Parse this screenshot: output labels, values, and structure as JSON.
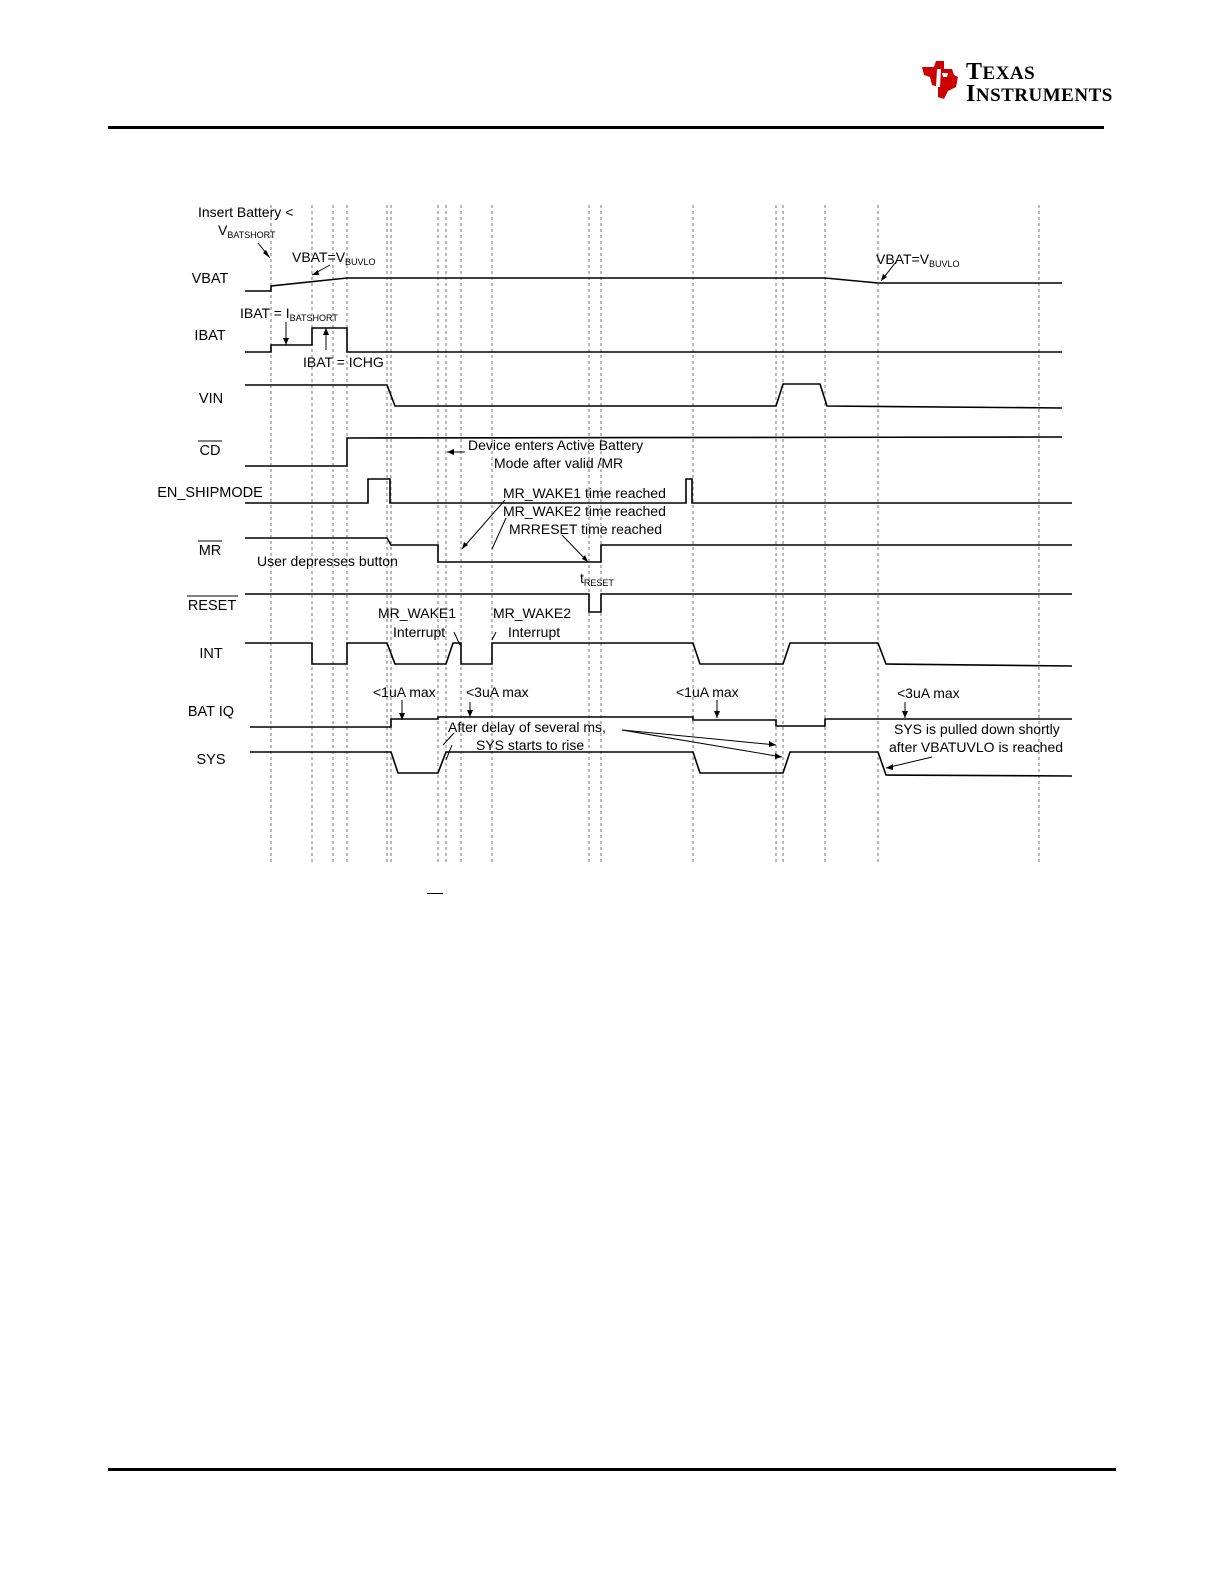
{
  "header": {
    "logo": {
      "name": "texas-instruments-logo",
      "line1_initial": "T",
      "line1_rest": "EXAS",
      "line2_initial": "I",
      "line2_rest": "NSTRUMENTS",
      "brand_color": "#cc0000"
    }
  },
  "diagram": {
    "signals": [
      {
        "label": "VBAT",
        "overline": false
      },
      {
        "label": "IBAT",
        "overline": false
      },
      {
        "label": "VIN",
        "overline": false
      },
      {
        "label": "CD",
        "overline": true
      },
      {
        "label": "EN_SHIPMODE",
        "overline": false
      },
      {
        "label": "MR",
        "overline": true
      },
      {
        "label": "RESET",
        "overline": true
      },
      {
        "label": "INT",
        "overline": false
      },
      {
        "label": "BAT IQ",
        "overline": false
      },
      {
        "label": "SYS",
        "overline": false
      }
    ],
    "annotations": {
      "insert_battery_a": "Insert Battery <",
      "insert_battery_v": "V",
      "insert_battery_sub": "BATSHORT",
      "vbat_uvlo_1_main": "VBAT=V",
      "vbat_uvlo_1_sub": "BUVLO",
      "vbat_uvlo_2_main": "VBAT=V",
      "vbat_uvlo_2_sub": "BUVLO",
      "ibat_short_main": "IBAT = I",
      "ibat_short_sub": "BATSHORT",
      "ibat_ichg": "IBAT = ICHG",
      "active_mode_1": "Device enters Active Battery",
      "active_mode_2": "Mode after valid /MR",
      "wake1_reached": "MR_WAKE1 time reached",
      "wake2_reached": "MR_WAKE2 time reached",
      "mrreset_reached": "MRRESET time reached",
      "user_depresses": "User depresses button",
      "treset_main": "t",
      "treset_sub": "RESET",
      "wake1_int_1": "MR_WAKE1",
      "wake1_int_2": "Interrupt",
      "wake2_int_1": "MR_WAKE2",
      "wake2_int_2": "Interrupt",
      "iq_1ua_a": "<1uA max",
      "iq_3ua_a": "<3uA max",
      "iq_1ua_b": "<1uA max",
      "iq_3ua_b": "<3uA max",
      "delay_1": "After delay of several ms,",
      "delay_2": "SYS starts to rise",
      "pulled_down_1": "SYS is pulled down shortly",
      "pulled_down_2": "after VBATUVLO is reached"
    }
  }
}
